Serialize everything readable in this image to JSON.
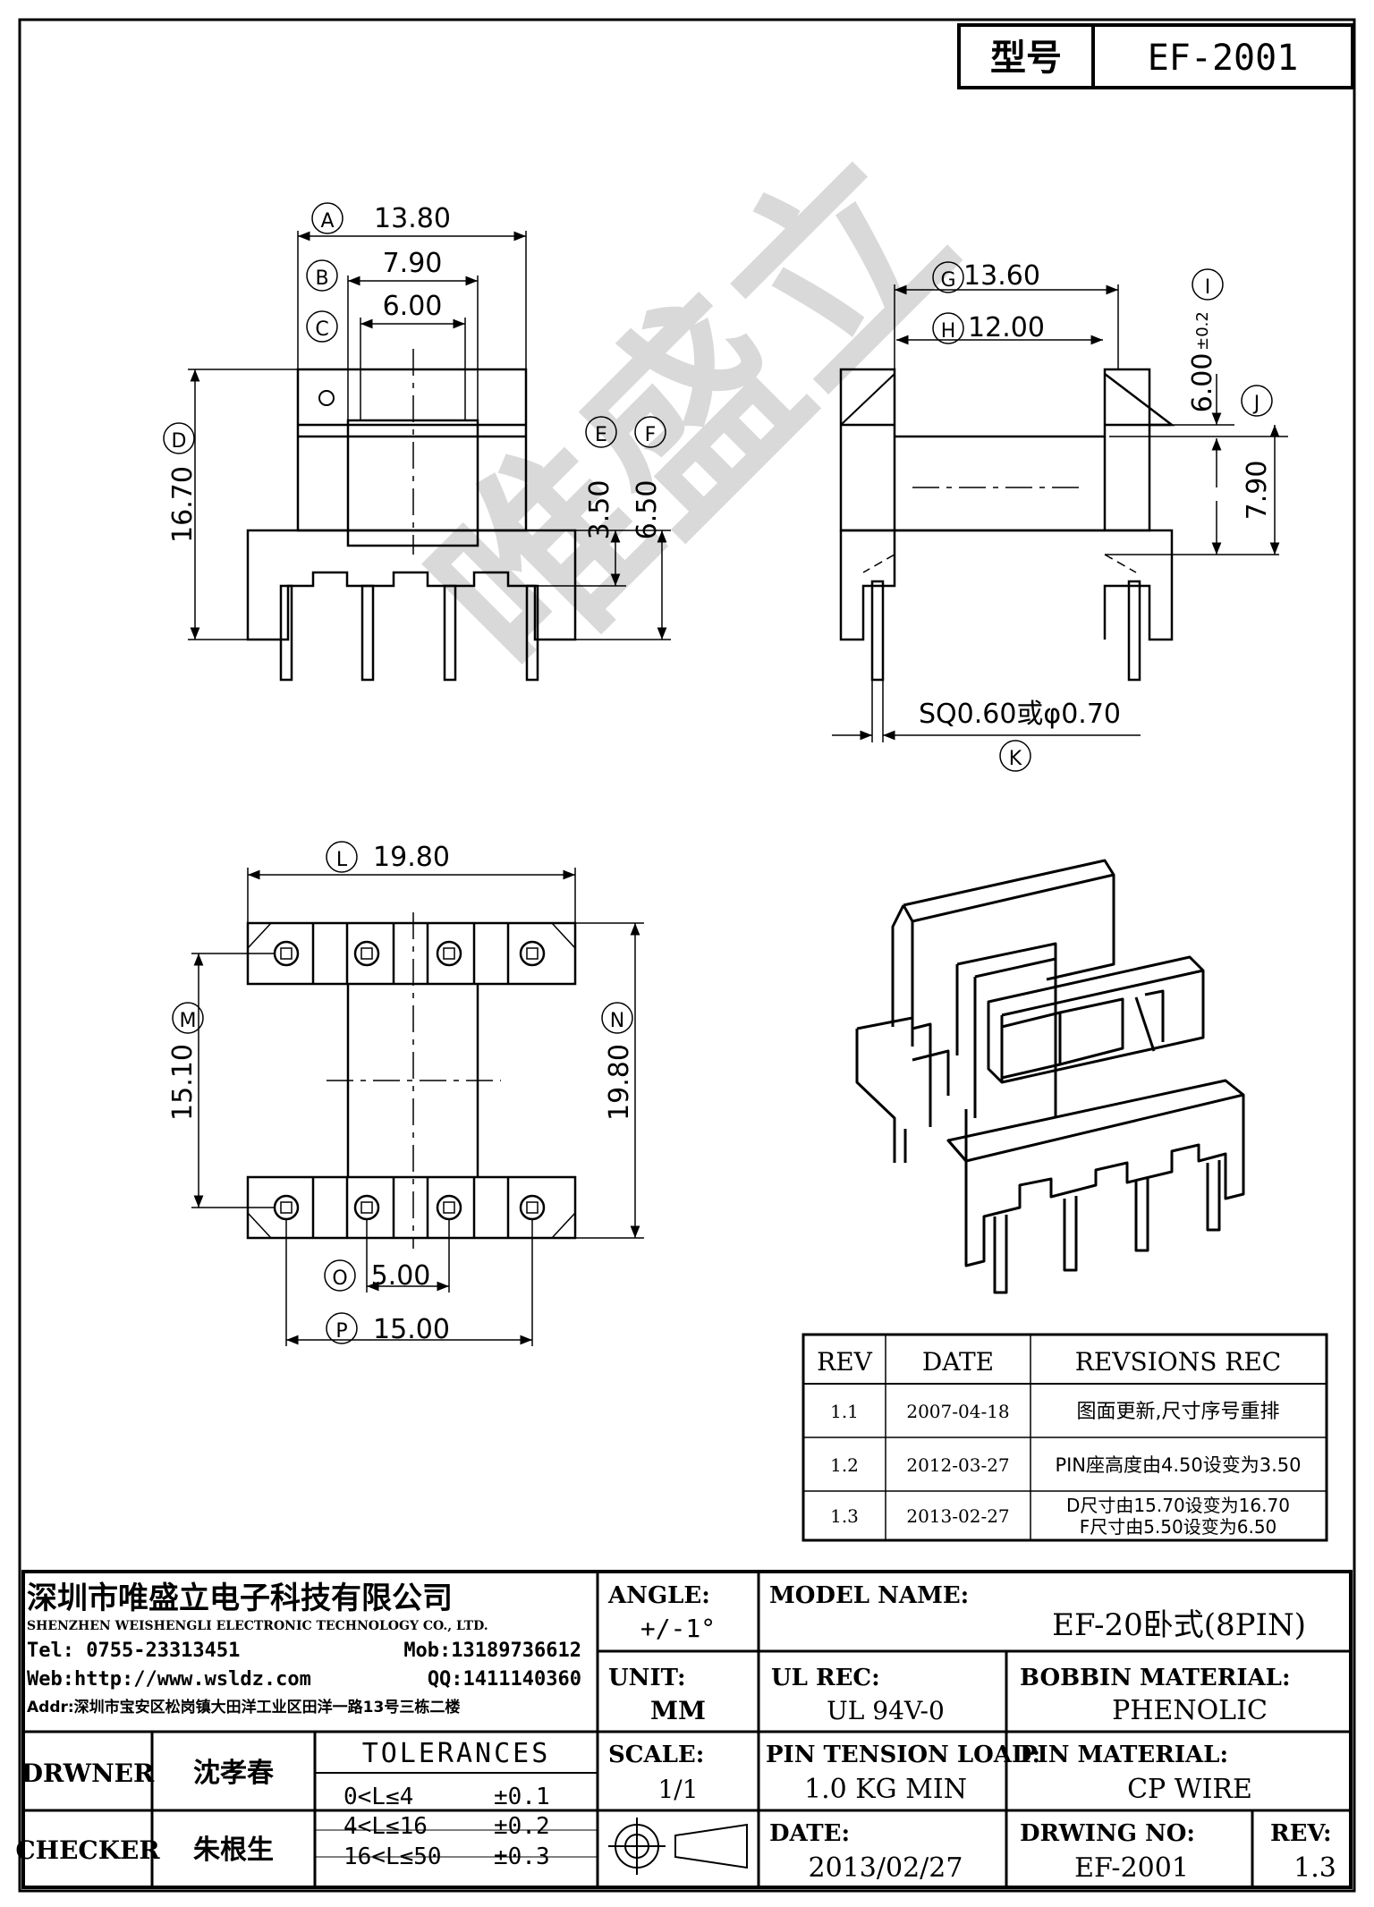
{
  "header": {
    "model_label": "型号",
    "model_value": "EF-2001"
  },
  "watermark": "唯盛立",
  "views": {
    "front": {
      "A": {
        "circle": "A",
        "value": "13.80"
      },
      "B": {
        "circle": "B",
        "value": "7.90"
      },
      "C": {
        "circle": "C",
        "value": "6.00"
      },
      "D": {
        "circle": "D",
        "value": "16.70"
      },
      "E": {
        "circle": "E",
        "value": "3.50"
      },
      "F": {
        "circle": "F",
        "value": "6.50"
      }
    },
    "side": {
      "G": {
        "circle": "G",
        "value": "13.60"
      },
      "H": {
        "circle": "H",
        "value": "12.00"
      },
      "I": {
        "circle": "I",
        "value": "6.00",
        "tol": "±0.2"
      },
      "J": {
        "circle": "J",
        "value": "7.90"
      },
      "K": {
        "circle": "K",
        "value": "SQ0.60或φ0.70"
      }
    },
    "bottom": {
      "L": {
        "circle": "L",
        "value": "19.80"
      },
      "M": {
        "circle": "M",
        "value": "15.10"
      },
      "N": {
        "circle": "N",
        "value": "19.80"
      },
      "O": {
        "circle": "O",
        "value": "5.00"
      },
      "P": {
        "circle": "P",
        "value": "15.00"
      }
    }
  },
  "revisions": {
    "headers": [
      "REV",
      "DATE",
      "REVSIONS REC"
    ],
    "rows": [
      {
        "rev": "1.1",
        "date": "2007-04-18",
        "rec": "图面更新,尺寸序号重排",
        "rec2": ""
      },
      {
        "rev": "1.2",
        "date": "2012-03-27",
        "rec": "PIN座高度由4.50设变为3.50",
        "rec2": ""
      },
      {
        "rev": "1.3",
        "date": "2013-02-27",
        "rec": "D尺寸由15.70设变为16.70",
        "rec2": "F尺寸由5.50设变为6.50"
      }
    ]
  },
  "title_block": {
    "company_cn": "深圳市唯盛立电子科技有限公司",
    "company_en": "SHENZHEN WEISHENGLI ELECTRONIC TECHNOLOGY CO., LTD.",
    "tel": "Tel: 0755-23313451",
    "mob": "Mob:13189736612",
    "web": "Web:http://www.wsldz.com",
    "qq": "QQ:1411140360",
    "addr": "Addr:深圳市宝安区松岗镇大田洋工业区田洋一路13号三栋二楼",
    "angle_label": "ANGLE:",
    "angle_value": "+/-1°",
    "model_name_label": "MODEL NAME:",
    "model_name_value": "EF-20卧式(8PIN)",
    "unit_label": "UNIT:",
    "unit_value": "MM",
    "ul_label": "UL REC:",
    "ul_value": "UL 94V-0",
    "bobbin_label": "BOBBIN MATERIAL:",
    "bobbin_value": "PHENOLIC",
    "drawer_label": "DRWNER",
    "drawer_name": "沈孝春",
    "checker_label": "CHECKER",
    "checker_name": "朱根生",
    "tolerances_title": "TOLERANCES",
    "tolerances": [
      {
        "range": "0<L≤4",
        "tol": "±0.1"
      },
      {
        "range": "4<L≤16",
        "tol": "±0.2"
      },
      {
        "range": "16<L≤50",
        "tol": "±0.3"
      }
    ],
    "scale_label": "SCALE:",
    "scale_value": "1/1",
    "pin_tension_label": "PIN TENSION LOAD:",
    "pin_tension_value": "1.0 KG MIN",
    "pin_material_label": "PIN MATERIAL:",
    "pin_material_value": "CP WIRE",
    "date_label": "DATE:",
    "date_value": "2013/02/27",
    "drawing_no_label": "DRWING NO:",
    "drawing_no_value": "EF-2001",
    "rev_label": "REV:",
    "rev_value": "1.3"
  }
}
